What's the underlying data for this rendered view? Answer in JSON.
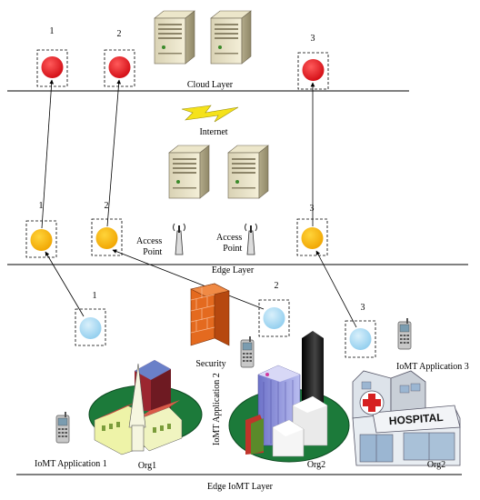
{
  "layers": {
    "cloud": "Cloud Layer",
    "internet": "Internet",
    "edge": "Edge Layer",
    "edge_iomt": "Edge IoMT Layer"
  },
  "labels": {
    "access_point_1": "Access\nPoint",
    "access_point_2": "Access\nPoint",
    "security": "Security",
    "iomt_app_1": "IoMT Application 1",
    "iomt_app_2": "IoMT Application 2",
    "iomt_app_3": "IoMT Application 3",
    "org1": "Org1",
    "org2_a": "Org2",
    "org2_b": "Org2",
    "hospital_sign": "HOSPITAL"
  },
  "node_numbers": {
    "cloud": [
      "1",
      "2",
      "3"
    ],
    "edge": [
      "1",
      "2",
      "3"
    ],
    "device": [
      "1",
      "2",
      "3"
    ]
  },
  "colors": {
    "cloud_node": "#e8141c",
    "edge_node": "#f5b800",
    "device_node": "#a7d9f2",
    "firewall": "#e46a1f",
    "lightning": "#f5e21a",
    "hospital_cross": "#d62020"
  }
}
